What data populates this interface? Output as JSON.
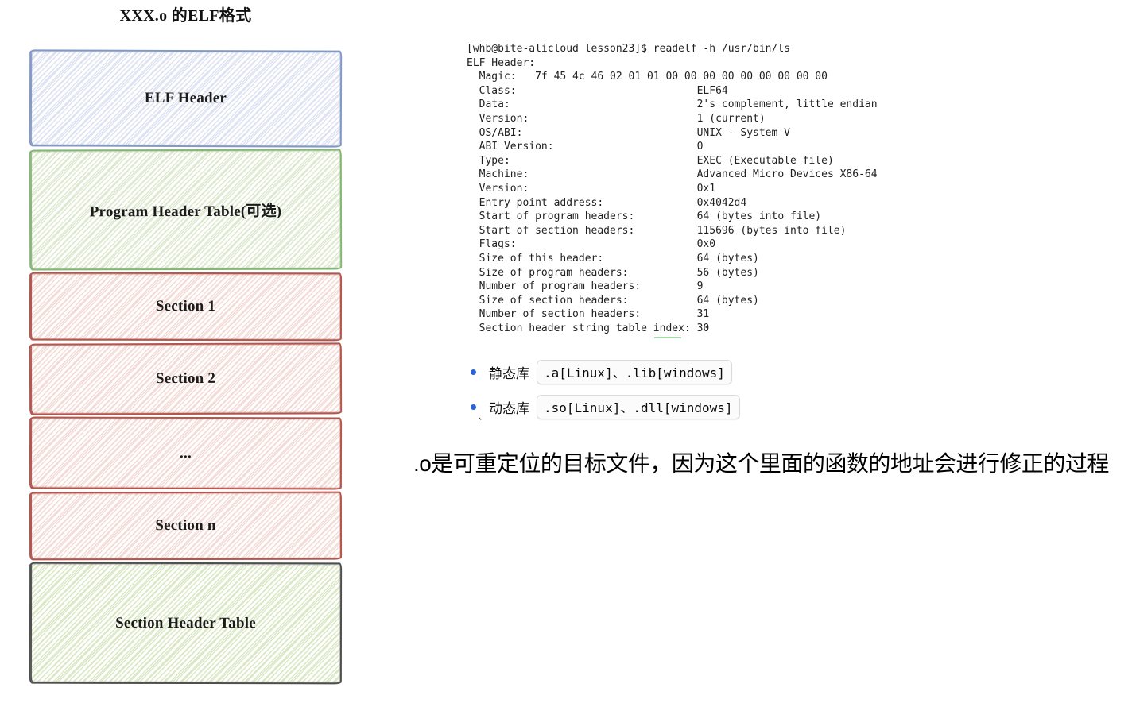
{
  "diagram": {
    "title": "XXX.o 的ELF格式",
    "boxes": [
      {
        "label": "ELF Header",
        "color": "#8299c5"
      },
      {
        "label": "Program Header Table(可选)",
        "color": "#87b577"
      },
      {
        "label": "Section 1",
        "color": "#b2564e"
      },
      {
        "label": "Section 2",
        "color": "#b2564e"
      },
      {
        "label": "...",
        "color": "#b2564e"
      },
      {
        "label": "Section n",
        "color": "#b2564e"
      },
      {
        "label": "Section Header Table",
        "color": "#4f4f4f"
      }
    ]
  },
  "terminal": {
    "lines": [
      "[whb@bite-alicloud lesson23]$ readelf -h /usr/bin/ls",
      "ELF Header:",
      "  Magic:   7f 45 4c 46 02 01 01 00 00 00 00 00 00 00 00 00 ",
      "  Class:                             ELF64",
      "  Data:                              2's complement, little endian",
      "  Version:                           1 (current)",
      "  OS/ABI:                            UNIX - System V",
      "  ABI Version:                       0",
      "  Type:                              EXEC (Executable file)",
      "  Machine:                           Advanced Micro Devices X86-64",
      "  Version:                           0x1",
      "  Entry point address:               0x4042d4",
      "  Start of program headers:          64 (bytes into file)",
      "  Start of section headers:          115696 (bytes into file)",
      "  Flags:                             0x0",
      "  Size of this header:               64 (bytes)",
      "  Size of program headers:           56 (bytes)",
      "  Number of program headers:         9",
      "  Size of section headers:           64 (bytes)",
      "  Number of section headers:         31",
      "  Section header string table index: 30"
    ]
  },
  "bullets": {
    "items": [
      {
        "label": "静态库",
        "code": ".a[Linux]、.lib[windows]"
      },
      {
        "label": "动态库",
        "code": ".so[Linux]、.dll[windows]"
      }
    ]
  },
  "stray_mark": "`",
  "note": ".o是可重定位的目标文件，因为这个里面的函数的地址会进行修正的过程",
  "palette": {
    "blue_border": "#8299c5",
    "blue_hatch": "#dce4f4",
    "green_border": "#87b577",
    "green_hatch": "#dcead1",
    "red_border": "#b2564e",
    "red_hatch": "#f3dbd7",
    "dark_border": "#4f4f4f",
    "dark_hatch": "#d9e9c6",
    "bullet_blue": "#2962d9",
    "terminal_text": "#212121",
    "spell_underline": "#a6dcaa"
  }
}
